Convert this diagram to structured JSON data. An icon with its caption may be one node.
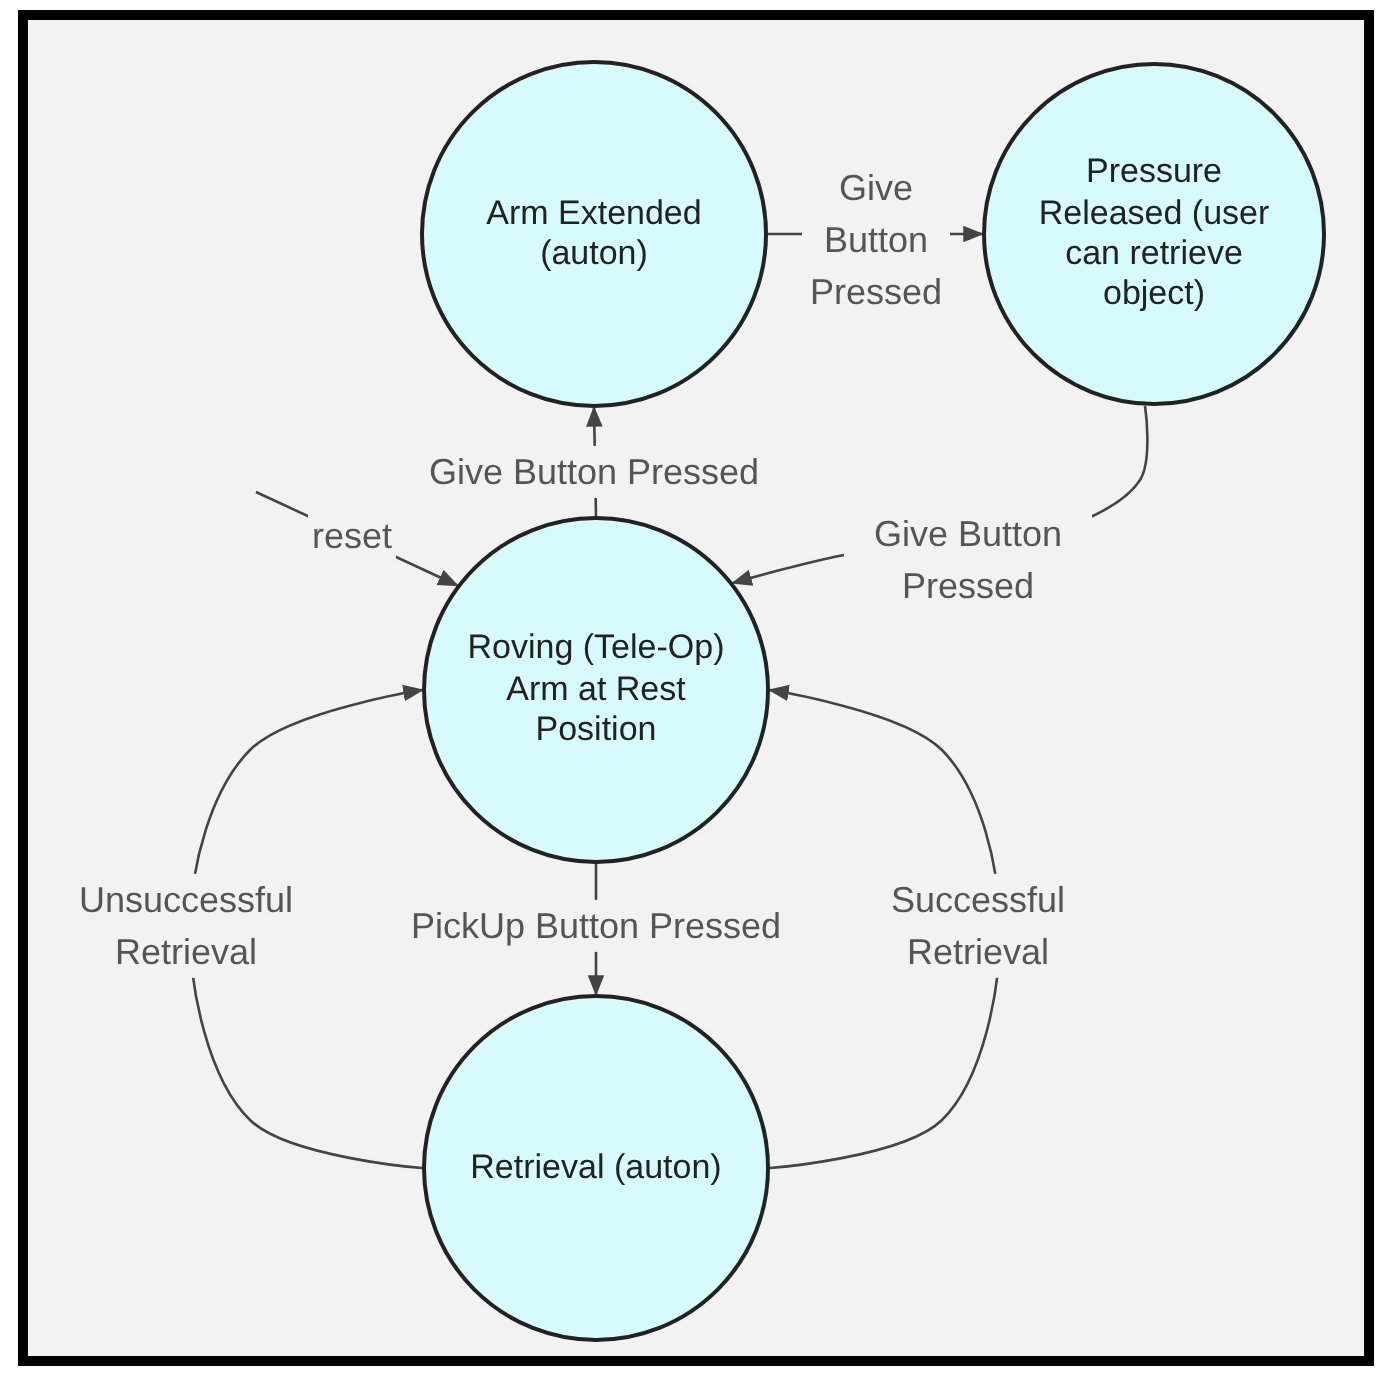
{
  "diagram": {
    "nodes": [
      {
        "text": [
          "Arm Extended (auton)"
        ]
      },
      {
        "text": [
          "Pressure Released (user can retrieve object)"
        ]
      },
      {
        "text": [
          "Roving (Tele-Op) Arm at Rest Position"
        ]
      },
      {
        "text": [
          "Retrieval (auton)"
        ]
      }
    ],
    "edges": [
      {
        "from": 0,
        "to": 1,
        "arrow": "to",
        "label": "Give Button Pressed"
      },
      {
        "from": 2,
        "to": 0,
        "arrow": "to",
        "label": "Give Button Pressed"
      },
      {
        "from": 1,
        "to": 2,
        "arrow": "to",
        "label": "Give Button Pressed"
      },
      {
        "from": null,
        "to": 2,
        "arrow": "to",
        "label": "reset"
      },
      {
        "from": 2,
        "to": 3,
        "arrow": "to",
        "label": "PickUp Button Pressed"
      },
      {
        "from": 3,
        "to": 2,
        "arrow": "to",
        "label": "Unsuccessful Retrieval"
      },
      {
        "from": 3,
        "to": 2,
        "arrow": "to",
        "label": "Successful Retrieval"
      }
    ]
  }
}
